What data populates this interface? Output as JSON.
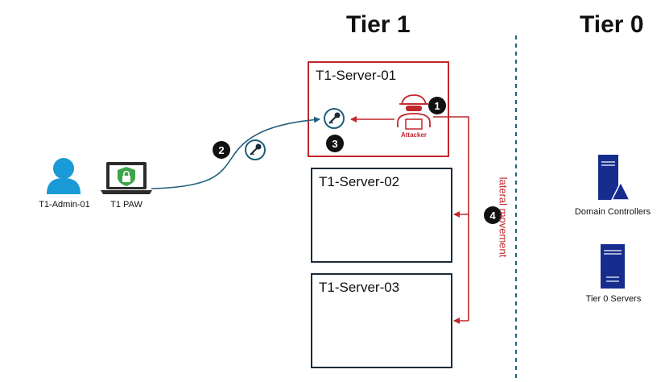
{
  "tiers": {
    "tier1_title": "Tier 1",
    "tier0_title": "Tier 0"
  },
  "servers": {
    "server1": "T1-Server-01",
    "server2": "T1-Server-02",
    "server3": "T1-Server-03"
  },
  "admin": {
    "label": "T1-Admin-01",
    "icon": "user-icon"
  },
  "paw": {
    "label": "T1 PAW",
    "icon": "laptop-lock-icon"
  },
  "attacker": {
    "label": "Attacker",
    "icon": "hacker-icon"
  },
  "credential": {
    "icon": "key-icon"
  },
  "tier0": {
    "dc_label": "Domain Controllers",
    "servers_label": "Tier 0 Servers"
  },
  "lateral_label": "lateral movement",
  "steps": {
    "s1": "1",
    "s2": "2",
    "s3": "3",
    "s4": "4"
  },
  "colors": {
    "accent_red": "#c0272d",
    "admin_blue": "#1a9ad6",
    "server_navy": "#162d8e",
    "path_teal": "#1f5f7a",
    "paw_green": "#3ea44a"
  }
}
